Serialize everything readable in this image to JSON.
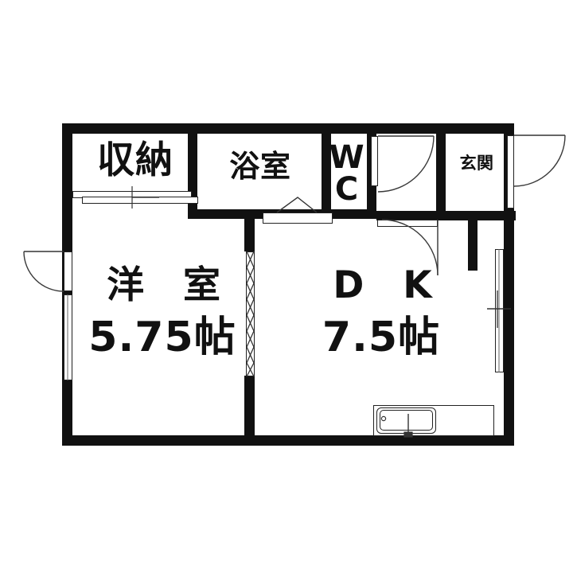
{
  "plan": {
    "type": "japanese-apartment-floorplan",
    "background_color": "#ffffff",
    "wall_color": "#111111",
    "line_color": "#333333"
  },
  "rooms": [
    {
      "id": "closet",
      "name": "収納",
      "name_line1": "収納",
      "area": ""
    },
    {
      "id": "bathroom",
      "name": "浴室",
      "name_line1": "浴室",
      "area": ""
    },
    {
      "id": "toilet",
      "name": "WC",
      "name_line1": "W",
      "name_line2": "C",
      "area": ""
    },
    {
      "id": "entrance",
      "name": "玄関",
      "name_line1": "玄関",
      "area": ""
    },
    {
      "id": "western",
      "name": "洋室",
      "name_line1": "洋　室",
      "area": "5.75帖"
    },
    {
      "id": "dk",
      "name": "DK",
      "name_line1": "D　K",
      "area": "7.5帖"
    }
  ],
  "labels": {
    "closet": "収納",
    "bathroom": "浴室",
    "toilet_line1": "W",
    "toilet_line2": "C",
    "entrance": "玄関",
    "western_room": "洋　室",
    "western_area": "5.75帖",
    "dk": "D　K",
    "dk_area": "7.5帖"
  },
  "fixtures": [
    {
      "id": "kitchen-sink",
      "name": "sink-unit",
      "room": "dk"
    },
    {
      "id": "closet-sliding-door",
      "name": "sliding-door",
      "room": "closet"
    },
    {
      "id": "bath-folding-door",
      "name": "folding-door",
      "room": "bathroom"
    },
    {
      "id": "wc-hinged-door",
      "name": "hinged-door",
      "room": "toilet"
    },
    {
      "id": "hall-hinged-door",
      "name": "hinged-door",
      "room": "dk"
    },
    {
      "id": "entrance-hinged-door",
      "name": "hinged-door",
      "room": "entrance"
    },
    {
      "id": "western-entry-door",
      "name": "hinged-door",
      "room": "western"
    },
    {
      "id": "western-accordion-door",
      "name": "accordion-door",
      "room": "western"
    },
    {
      "id": "western-window",
      "name": "window",
      "room": "western"
    },
    {
      "id": "dk-window",
      "name": "window",
      "room": "dk"
    }
  ]
}
